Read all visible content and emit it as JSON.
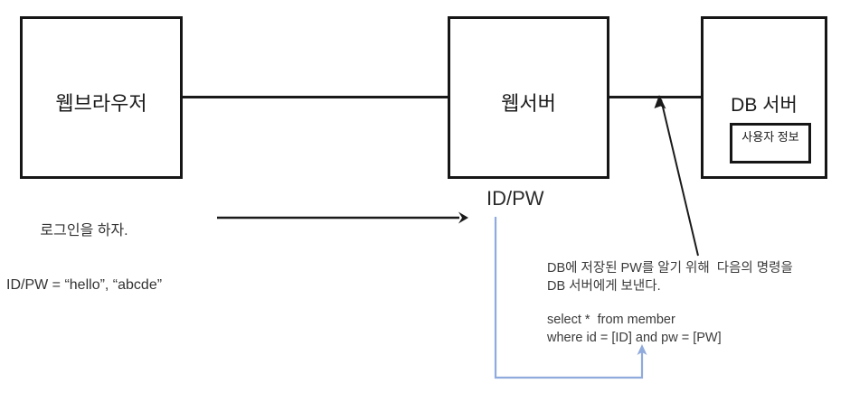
{
  "diagram": {
    "title_present": false,
    "background_color": "#ffffff",
    "nodes": [
      {
        "id": "web-browser",
        "label": "웹브라우저"
      },
      {
        "id": "web-server",
        "label": "웹서버"
      },
      {
        "id": "db-server",
        "label": "DB 서버"
      },
      {
        "id": "user-info-store",
        "label": "사용자\n정보"
      }
    ],
    "captions": {
      "login_line1": "로그인을 하자.",
      "login_line2": "ID/PW = “hello”, “abcde”",
      "idpw_label": "ID/PW",
      "db_note": "DB에 저장된 PW를 알기 위해  다음의 명령을\nDB 서버에게 보낸다.",
      "sql_query": "select *  from member\nwhere id = [ID] and pw = [PW]"
    },
    "connectors": [
      {
        "id": "browser-to-webserver-link",
        "type": "line",
        "color": "#1a1a1a"
      },
      {
        "id": "webserver-to-dbserver-link",
        "type": "line",
        "color": "#1a1a1a"
      },
      {
        "id": "login-request-arrow",
        "type": "arrow",
        "color": "#1a1a1a"
      },
      {
        "id": "sql-to-dblink-arrow",
        "type": "arrow",
        "color": "#1a1a1a"
      },
      {
        "id": "idpw-to-sql-arrow",
        "type": "arrow",
        "color": "#8faadc"
      }
    ],
    "colors": {
      "stroke": "#1a1a1a",
      "box_border": "#161616",
      "blue_connector": "#8faadc",
      "text": "#3a3a3a"
    }
  }
}
